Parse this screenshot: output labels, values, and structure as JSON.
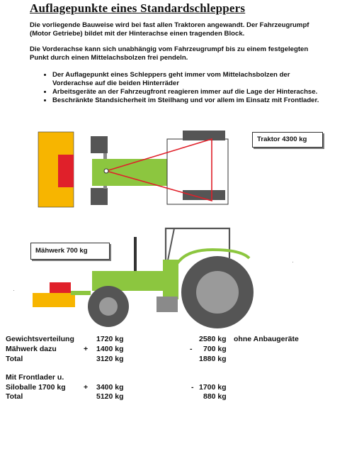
{
  "title": "Auflagepunkte eines Standardschleppers",
  "paragraphs": [
    "Die vorliegende Bauweise wird bei fast allen Traktoren angewandt. Der Fahrzeugrumpf (Motor Getriebe) bildet mit der Hinterachse einen tragenden Block.",
    "Die Vorderachse kann sich unabhängig vom Fahrzeugrumpf bis zu einem festgelegten Punkt durch einen Mittelachsbolzen frei pendeln."
  ],
  "bullets": [
    "Der Auflagepunkt eines Schleppers geht immer vom Mittelachsbolzen der Vorderachse auf die beiden Hinterräder",
    "Arbeitsgeräte an der Fahrzeugfront reagieren immer auf die Lage der Hinterachse.",
    "Beschränkte Standsicherheit im Steilhang und vor allem im Einsatz mit Frontlader."
  ],
  "labels": {
    "traktor": "Traktor 4300 kg",
    "maehwerk": "Mähwerk 700 kg"
  },
  "table": {
    "r1_label": "Gewichtsverteilung",
    "r1_a": "1720 kg",
    "r1_b": "2580 kg",
    "r1_c": "ohne Anbaugeräte",
    "r2_label": "Mähwerk dazu",
    "r2_sign_a": "+",
    "r2_a": "1400 kg",
    "r2_sign_b": "-",
    "r2_b": "700 kg",
    "r3_label": "Total",
    "r3_a": "3120 kg",
    "r3_b": "1880 kg",
    "r4_label": "Mit Frontlader u.",
    "r5_label": "Siloballe  1700 kg",
    "r5_sign_a": "+",
    "r5_a": "3400 kg",
    "r5_sign_b": "-",
    "r5_b": "1700 kg",
    "r6_label": "Total",
    "r6_a": "5120 kg",
    "r6_b": "880 kg"
  },
  "colors": {
    "green": "#8cc63f",
    "yellow": "#f7b500",
    "red": "#e0202a",
    "dark_grey": "#555555",
    "wheel_grey": "#8a8a8a"
  }
}
